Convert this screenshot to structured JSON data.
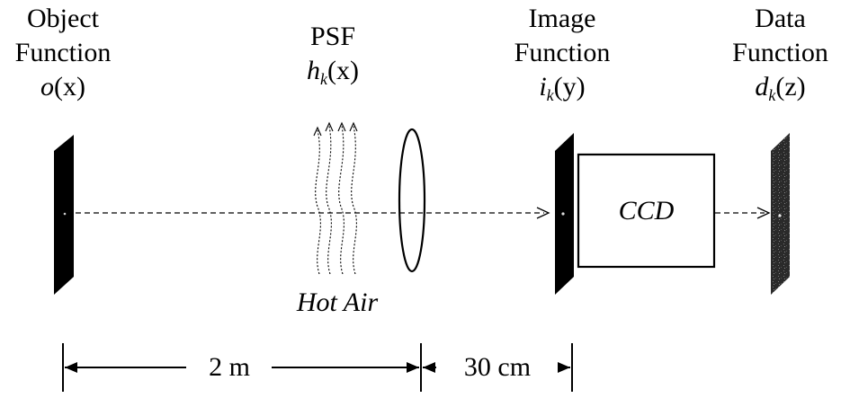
{
  "object": {
    "line1": "Object",
    "line2": "Function",
    "sym": "o",
    "arg": "(x)"
  },
  "psf": {
    "line1": "PSF",
    "sym": "h",
    "sub": "k",
    "arg": "(x)"
  },
  "image": {
    "line1": "Image",
    "line2": "Function",
    "sym": "i",
    "sub": "k",
    "arg": "(y)"
  },
  "data": {
    "line1": "Data",
    "line2": "Function",
    "sym": "d",
    "sub": "k",
    "arg": "(z)"
  },
  "ccd_label": "CCD",
  "hot_air_label": "Hot Air",
  "dist1_label": "2 m",
  "dist2_label": "30 cm"
}
